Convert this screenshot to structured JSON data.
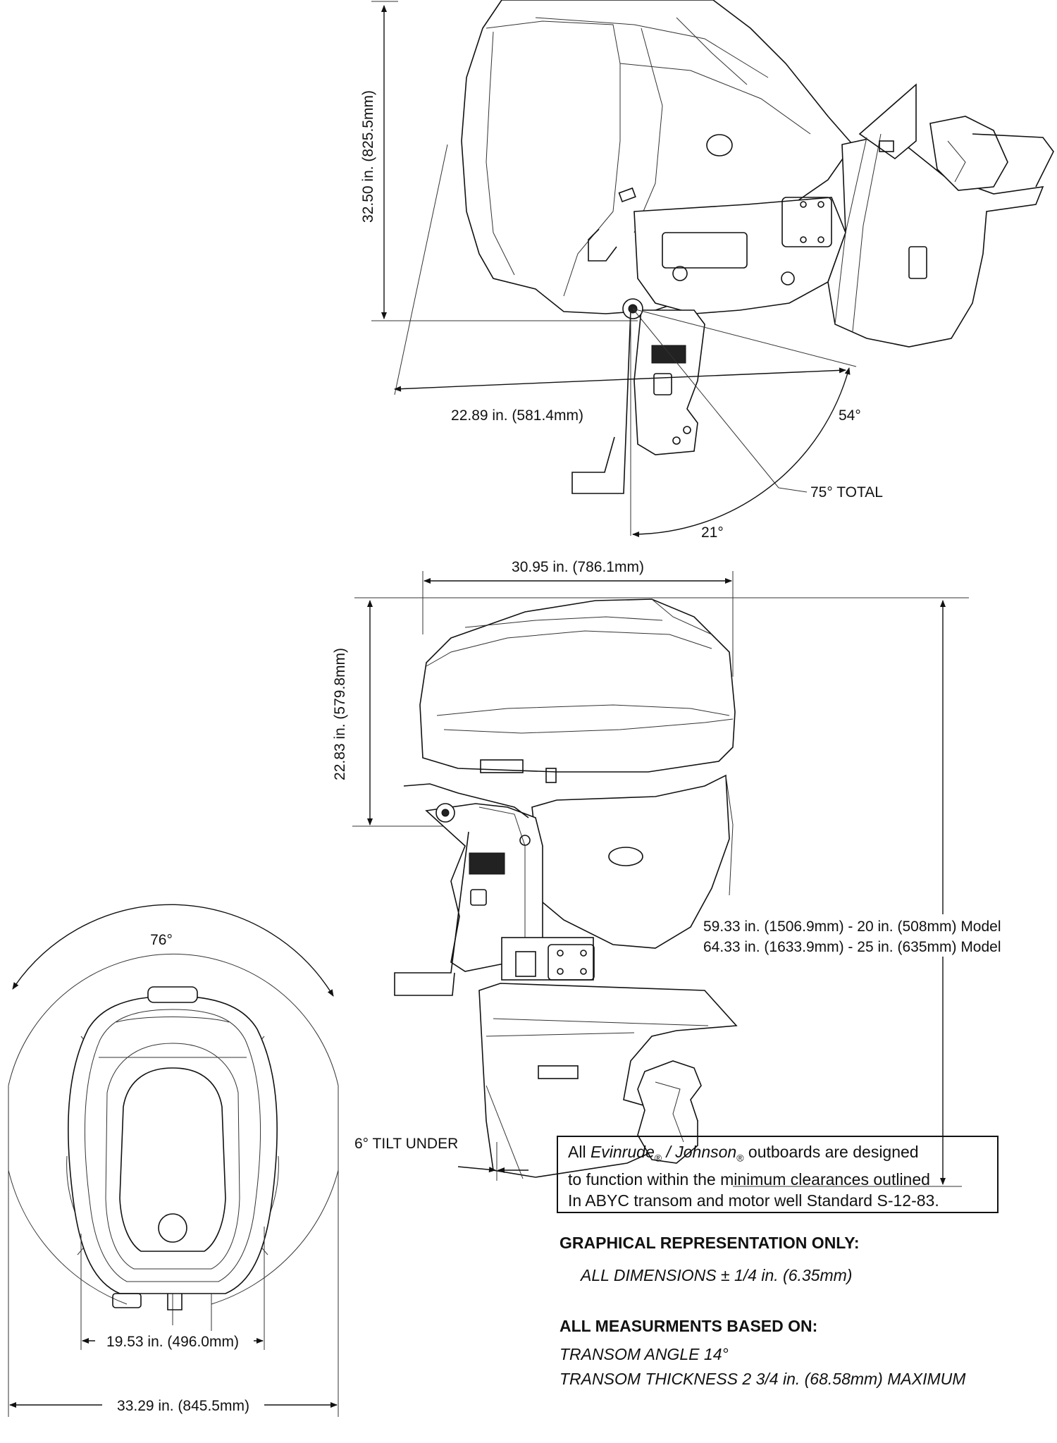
{
  "side_tilt": {
    "height_label": "32.50 in. (825.5mm)",
    "reach_label": "22.89 in. (581.4mm)",
    "angle_up_label": "54°",
    "angle_total_label": "75° TOTAL",
    "angle_down_label": "21°"
  },
  "side_view": {
    "width_label": "30.95 in. (786.1mm)",
    "height_label": "22.83 in. (579.8mm)",
    "length_label_1": "59.33 in. (1506.9mm) - 20 in. (508mm) Model",
    "length_label_2": "64.33 in. (1633.9mm) - 25 in. (635mm) Model",
    "tilt_under_label": "6° TILT UNDER"
  },
  "top_view": {
    "steer_angle_label": "76°",
    "inner_width_label": "19.53 in. (496.0mm)",
    "outer_width_label": "33.29 in. (845.5mm)"
  },
  "notice": {
    "line1_prefix": "All ",
    "brand1": "Evinrude",
    "reg_mark": "®",
    "separator": " / ",
    "brand2": "Johnson",
    "line1_suffix": " outboards are designed",
    "line2": "to function within the minimum clearances outlined",
    "line3": "In ABYC transom and motor well Standard S-12-83."
  },
  "graphical_heading": "GRAPHICAL REPRESENTATION ONLY:",
  "tolerance": "ALL DIMENSIONS ± 1/4 in. (6.35mm)",
  "measure_heading": "ALL MEASURMENTS BASED ON:",
  "transom_angle": "TRANSOM ANGLE 14°",
  "transom_thickness": "TRANSOM THICKNESS 2 3/4 in. (68.58mm) MAXIMUM"
}
